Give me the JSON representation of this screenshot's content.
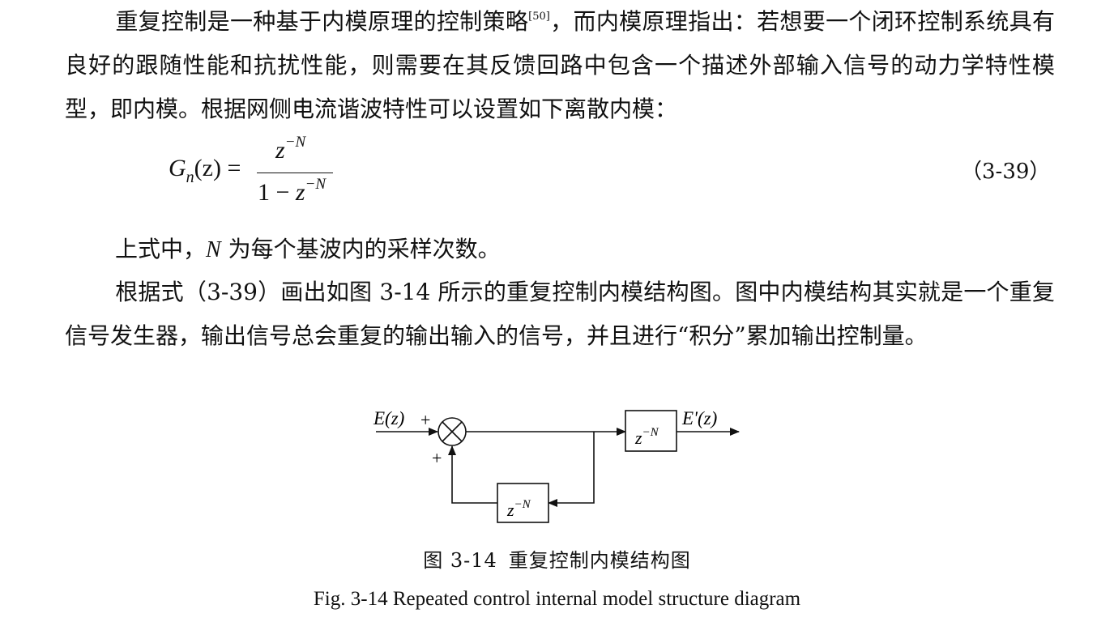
{
  "paragraph1": {
    "part1": "重复控制是一种基于内模原理的控制策略",
    "cite": "[50]",
    "part2": "，而内模原理指出：若想要一个闭环控制系统具有良好的跟随性能和抗扰性能，则需要在其反馈回路中包含一个描述外部输入信号的动力学特性模型，即内模。根据网侧电流谐波特性可以设置如下离散内模："
  },
  "equation": {
    "lhs": "G",
    "lhs_sub": "n",
    "lhs_arg": "(z) =",
    "numerator_base": "z",
    "numerator_exp": "−N",
    "denominator_prefix": "1 − ",
    "denominator_base": "z",
    "denominator_exp": "−N",
    "tag": "（3-39）"
  },
  "paragraph2": {
    "prefix": "上式中，",
    "symbol": "N",
    "suffix": " 为每个基波内的采样次数。"
  },
  "paragraph3": {
    "text": "根据式（3-39）画出如图 3-14 所示的重复控制内模结构图。图中内模结构其实就是一个重复信号发生器，输出信号总会重复的输出输入的信号，并且进行“积分”累加输出控制量。"
  },
  "diagram": {
    "input_label": "E(z)",
    "output_label": "E'(z)",
    "plus_top": "+",
    "plus_bottom": "+",
    "forward_block": "z",
    "forward_block_exp": "−N",
    "feedback_block": "z",
    "feedback_block_exp": "−N"
  },
  "caption": {
    "cn_label": "图 3-14",
    "cn_title": "重复控制内模结构图",
    "en": "Fig. 3-14 Repeated control internal model structure diagram"
  }
}
